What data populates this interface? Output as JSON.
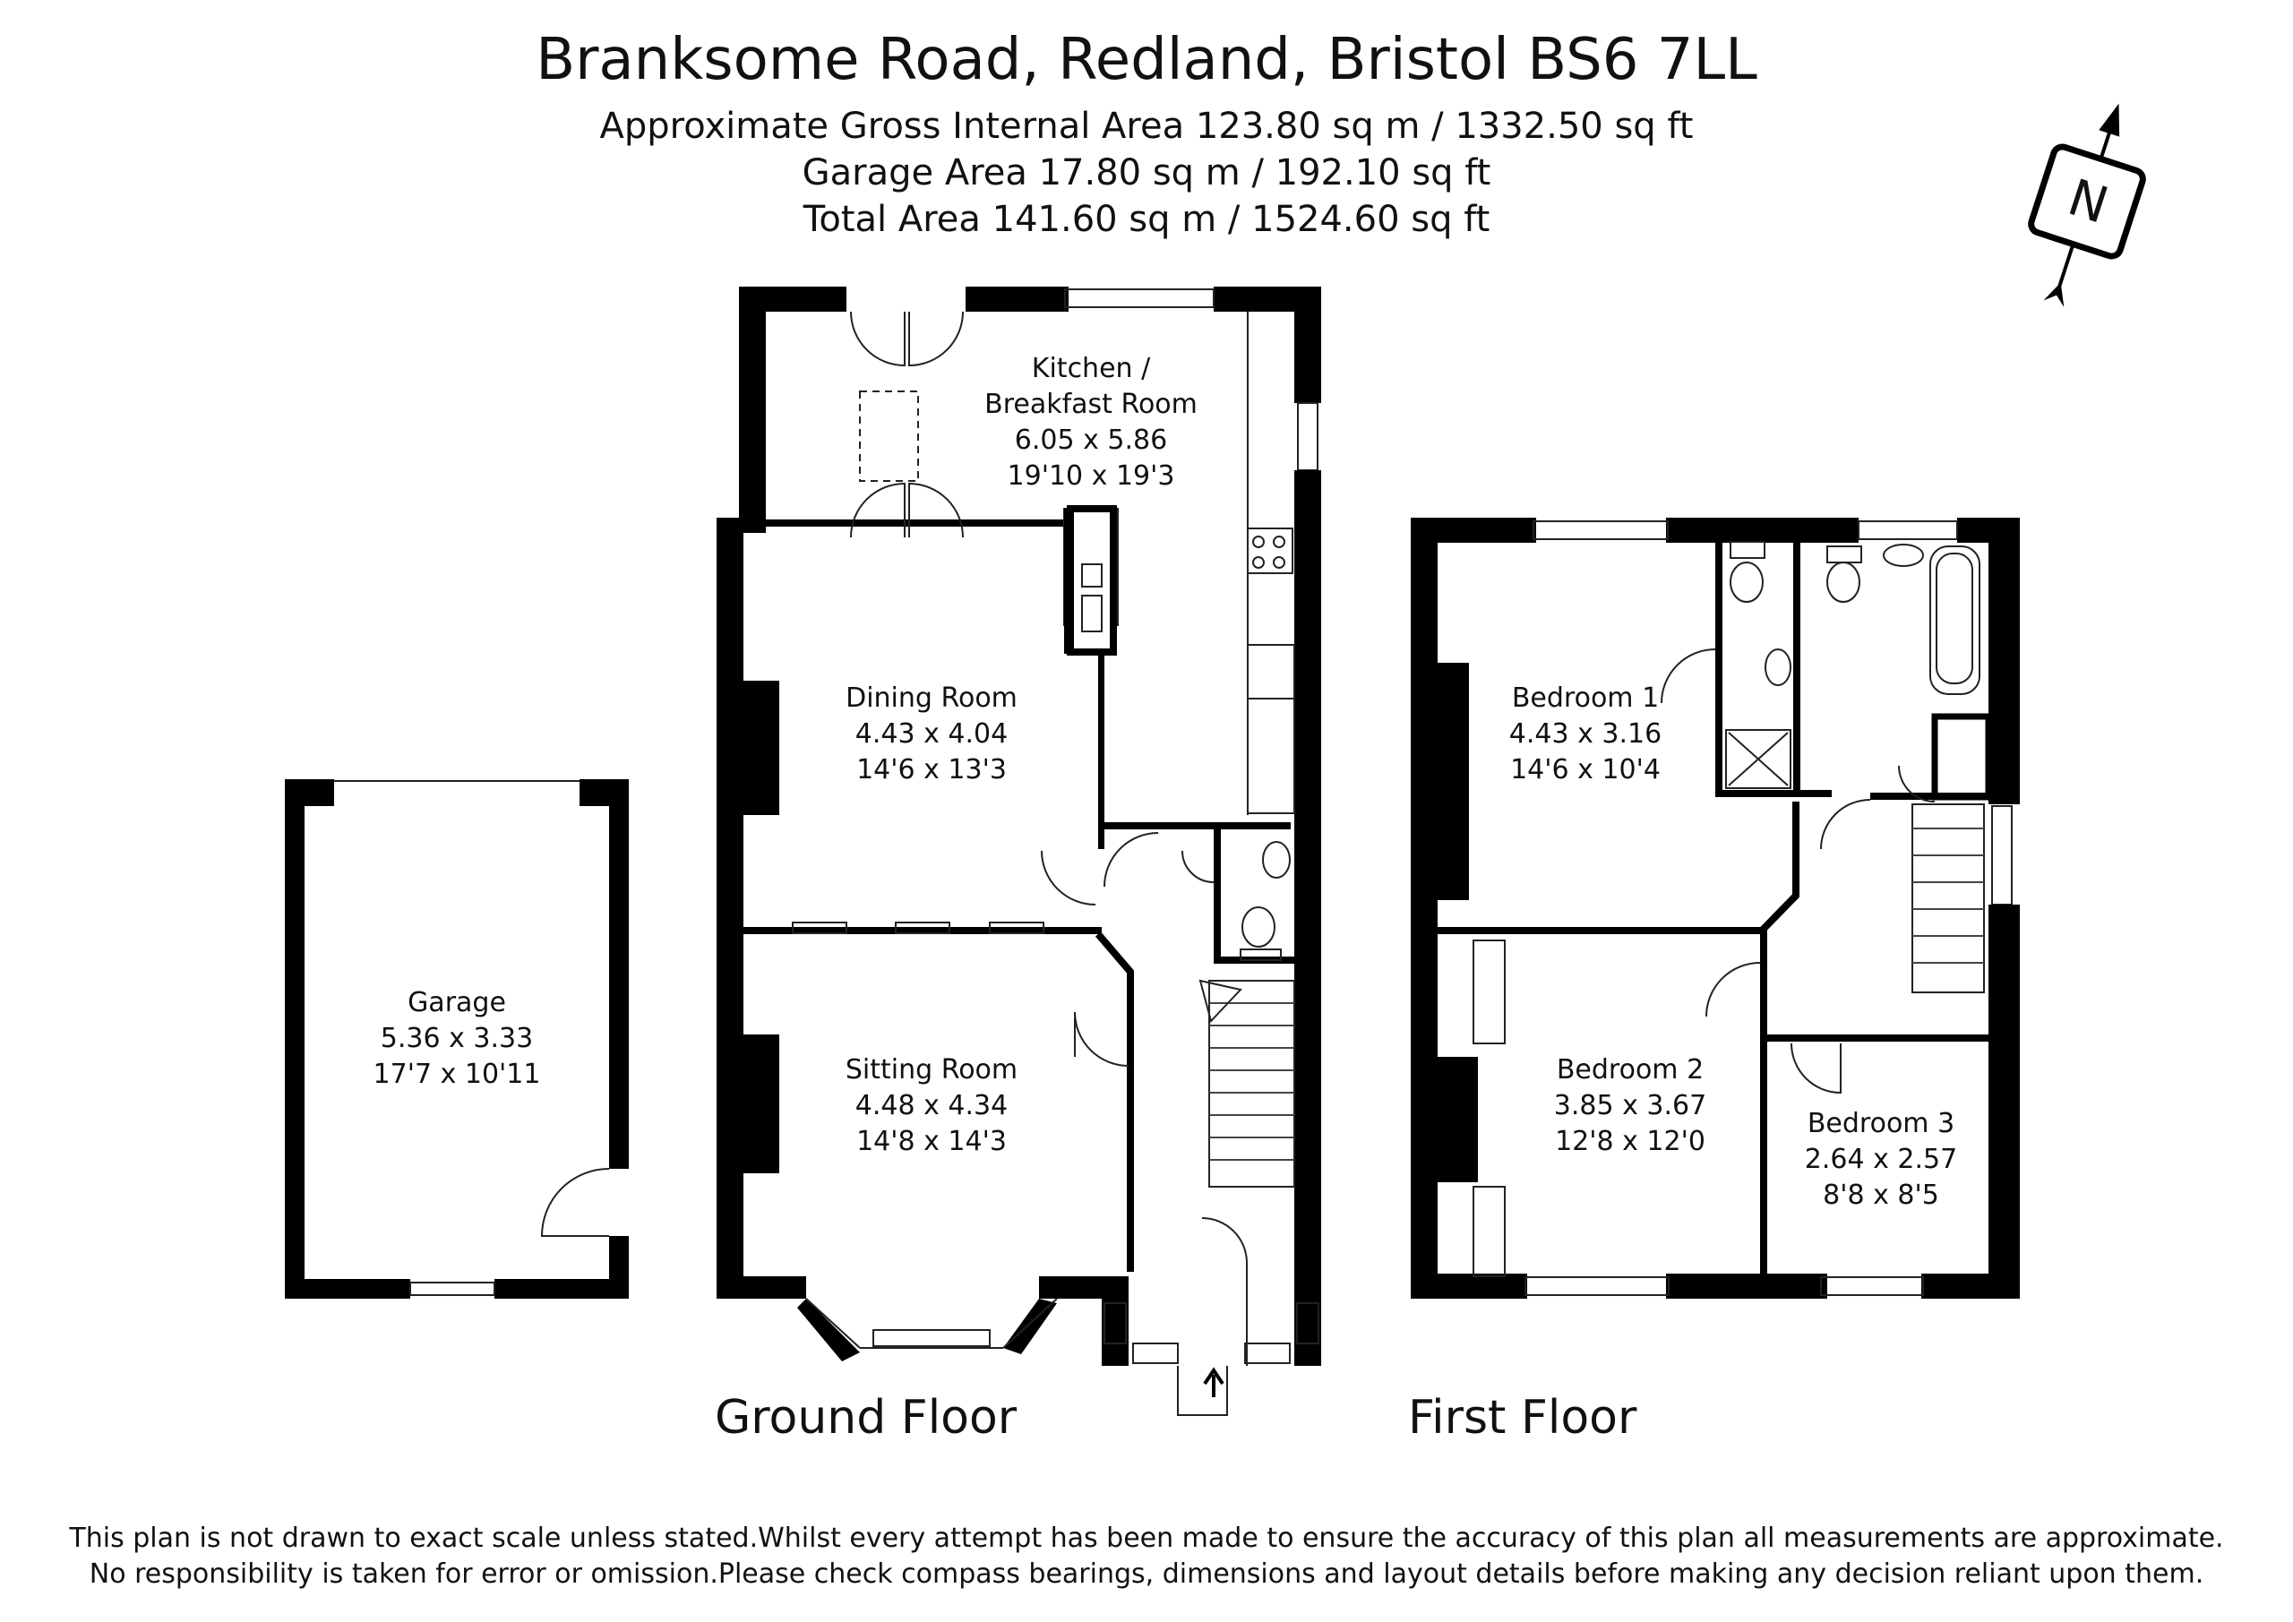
{
  "header": {
    "title": "Branksome Road, Redland, Bristol BS6 7LL",
    "gross_area": "Approximate Gross Internal Area 123.80 sq m / 1332.50 sq ft",
    "garage_area": "Garage Area 17.80 sq m / 192.10 sq ft",
    "total_area": "Total Area 141.60 sq m / 1524.60 sq ft"
  },
  "compass": {
    "label": "N",
    "icon": "north-compass-icon"
  },
  "floors": {
    "ground": "Ground Floor",
    "first": "First Floor"
  },
  "rooms": {
    "kitchen": {
      "name": "Kitchen /",
      "name2": "Breakfast Room",
      "metric": "6.05 x 5.86",
      "imperial": "19'10 x 19'3"
    },
    "dining": {
      "name": "Dining Room",
      "metric": "4.43 x 4.04",
      "imperial": "14'6 x 13'3"
    },
    "sitting": {
      "name": "Sitting Room",
      "metric": "4.48 x 4.34",
      "imperial": "14'8 x 14'3"
    },
    "garage": {
      "name": "Garage",
      "metric": "5.36 x 3.33",
      "imperial": "17'7 x 10'11"
    },
    "bedroom1": {
      "name": "Bedroom 1",
      "metric": "4.43 x 3.16",
      "imperial": "14'6 x 10'4"
    },
    "bedroom2": {
      "name": "Bedroom 2",
      "metric": "3.85 x 3.67",
      "imperial": "12'8 x 12'0"
    },
    "bedroom3": {
      "name": "Bedroom 3",
      "metric": "2.64 x 2.57",
      "imperial": "8'8 x 8'5"
    }
  },
  "disclaimer": {
    "line1": "This plan is not drawn to exact scale unless stated.Whilst every attempt has been made to ensure the accuracy of this plan all measurements are approximate.",
    "line2": "No responsibility is taken for error or omission.Please check compass bearings, dimensions and layout details before making any decision reliant upon them."
  },
  "colors": {
    "wall": "#000000",
    "line": "#222222",
    "background": "#ffffff"
  }
}
